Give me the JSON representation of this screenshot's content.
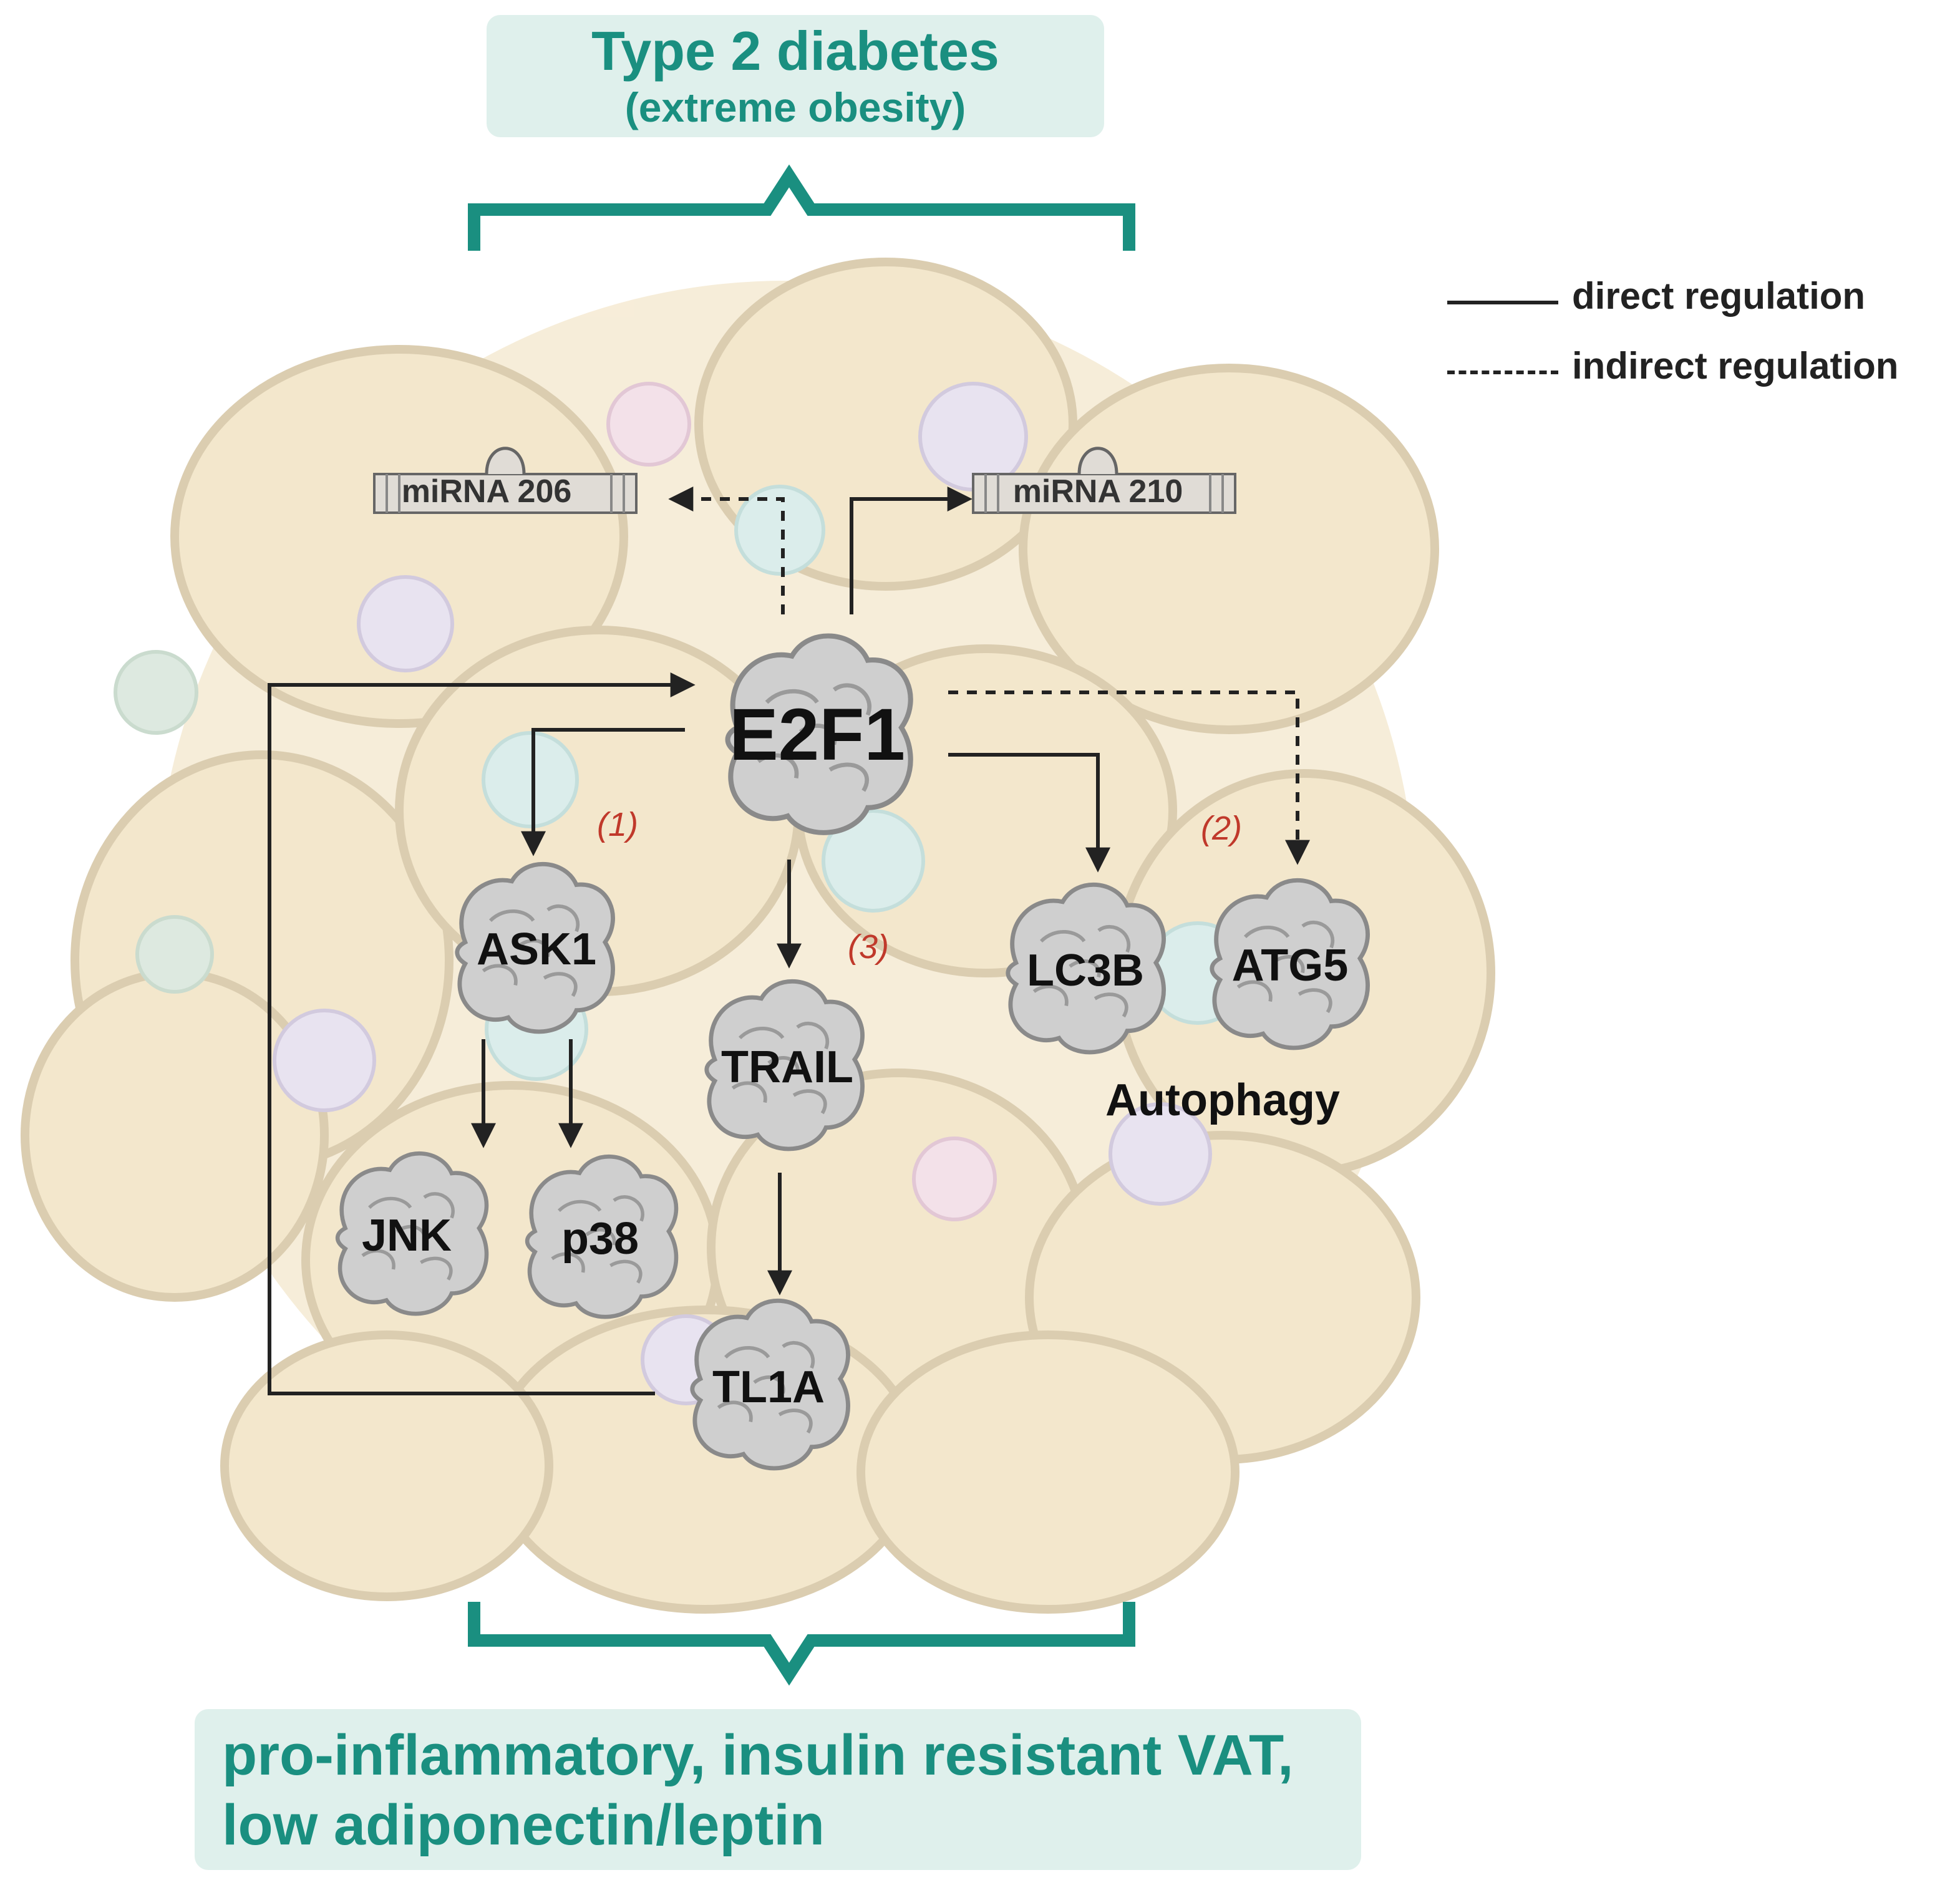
{
  "header": {
    "title": "Type 2 diabetes",
    "subtitle": "(extreme obesity)"
  },
  "footer": {
    "line1": "pro-inflammatory, insulin resistant VAT,",
    "line2": "low adiponectin/leptin"
  },
  "legend": {
    "direct": "direct regulation",
    "indirect": "indirect regulation"
  },
  "nodes": {
    "e2f1": "E2F1",
    "ask1": "ASK1",
    "jnk": "JNK",
    "p38": "p38",
    "trail": "TRAIL",
    "tl1a": "TL1A",
    "lc3b": "LC3B",
    "atg5": "ATG5"
  },
  "mirna": {
    "left": "miRNA 206",
    "right": "miRNA 210"
  },
  "labels": {
    "autophagy": "Autophagy",
    "ref1": "(1)",
    "ref2": "(2)",
    "ref3": "(3)"
  },
  "colors": {
    "teal": "#1a8f80",
    "box_fill": "#dff0ec",
    "ref_red": "#c0392b",
    "adipocyte": "#f3e6c8"
  }
}
